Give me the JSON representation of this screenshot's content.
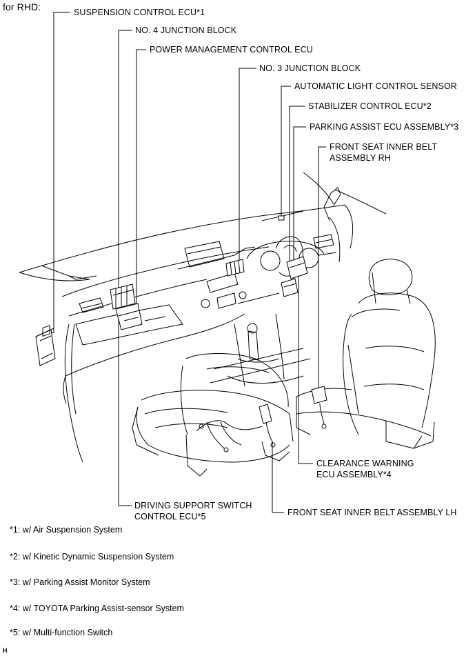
{
  "header": {
    "variant": "for RHD:"
  },
  "labels": {
    "suspension_ecu": "SUSPENSION CONTROL ECU*1",
    "no4_jb": "NO. 4 JUNCTION BLOCK",
    "power_mgmt_ecu": "POWER MANAGEMENT CONTROL ECU",
    "no3_jb": "NO. 3 JUNCTION BLOCK",
    "auto_light_sensor": "AUTOMATIC LIGHT CONTROL SENSOR",
    "stabilizer_ecu": "STABILIZER CONTROL ECU*2",
    "parking_assist_ecu": "PARKING ASSIST ECU ASSEMBLY*3",
    "front_seat_belt_rh_1": "FRONT SEAT INNER BELT",
    "front_seat_belt_rh_2": "ASSEMBLY RH",
    "clearance_warning_1": "CLEARANCE WARNING",
    "clearance_warning_2": "ECU ASSEMBLY*4",
    "driving_support_1": "DRIVING SUPPORT SWITCH",
    "driving_support_2": "CONTROL ECU*5",
    "front_seat_belt_lh": "FRONT SEAT INNER BELT ASSEMBLY LH"
  },
  "footnotes": [
    "*1: w/ Air Suspension System",
    "*2: w/ Kinetic Dynamic Suspension System",
    "*3: w/ Parking Assist Monitor System",
    "*4: w/ TOYOTA Parking Assist-sensor System",
    "*5: w/ Multi-function Switch"
  ],
  "corner_mark": "H"
}
